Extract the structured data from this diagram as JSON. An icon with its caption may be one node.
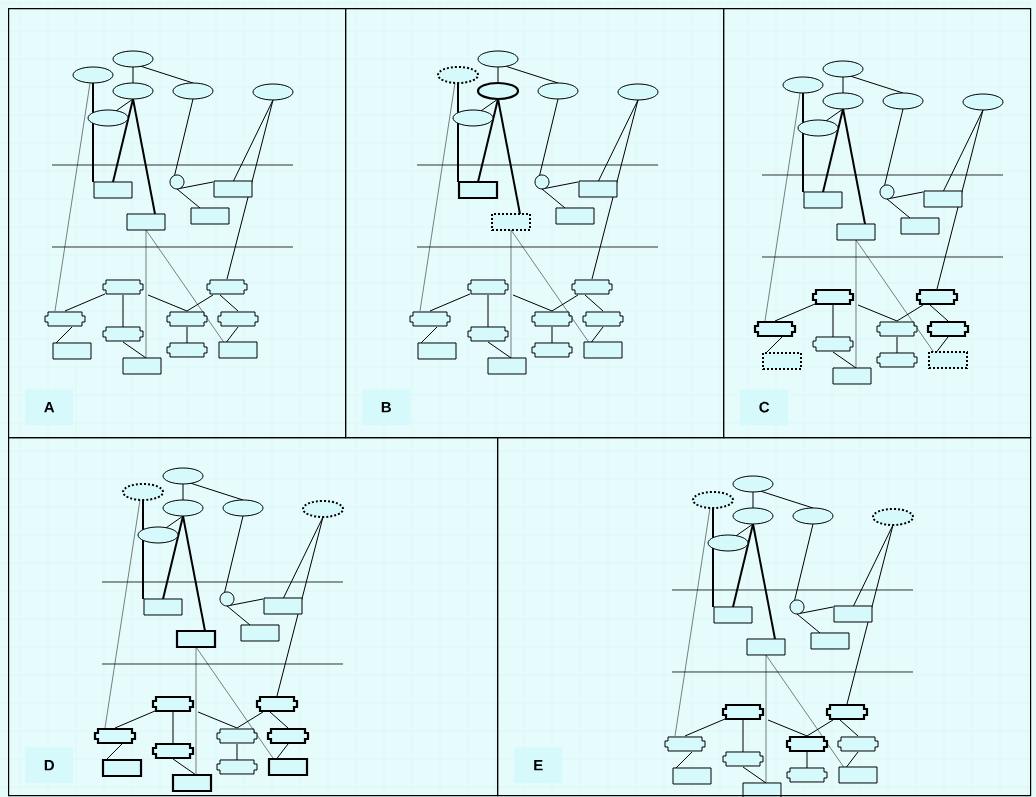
{
  "diagram": {
    "nodes": [
      {
        "text": [
          "A"
        ]
      },
      {
        "text": [
          "B"
        ]
      },
      {
        "text": [
          "C"
        ]
      },
      {
        "text": [
          "D"
        ]
      },
      {
        "text": [
          "E"
        ]
      }
    ]
  }
}
